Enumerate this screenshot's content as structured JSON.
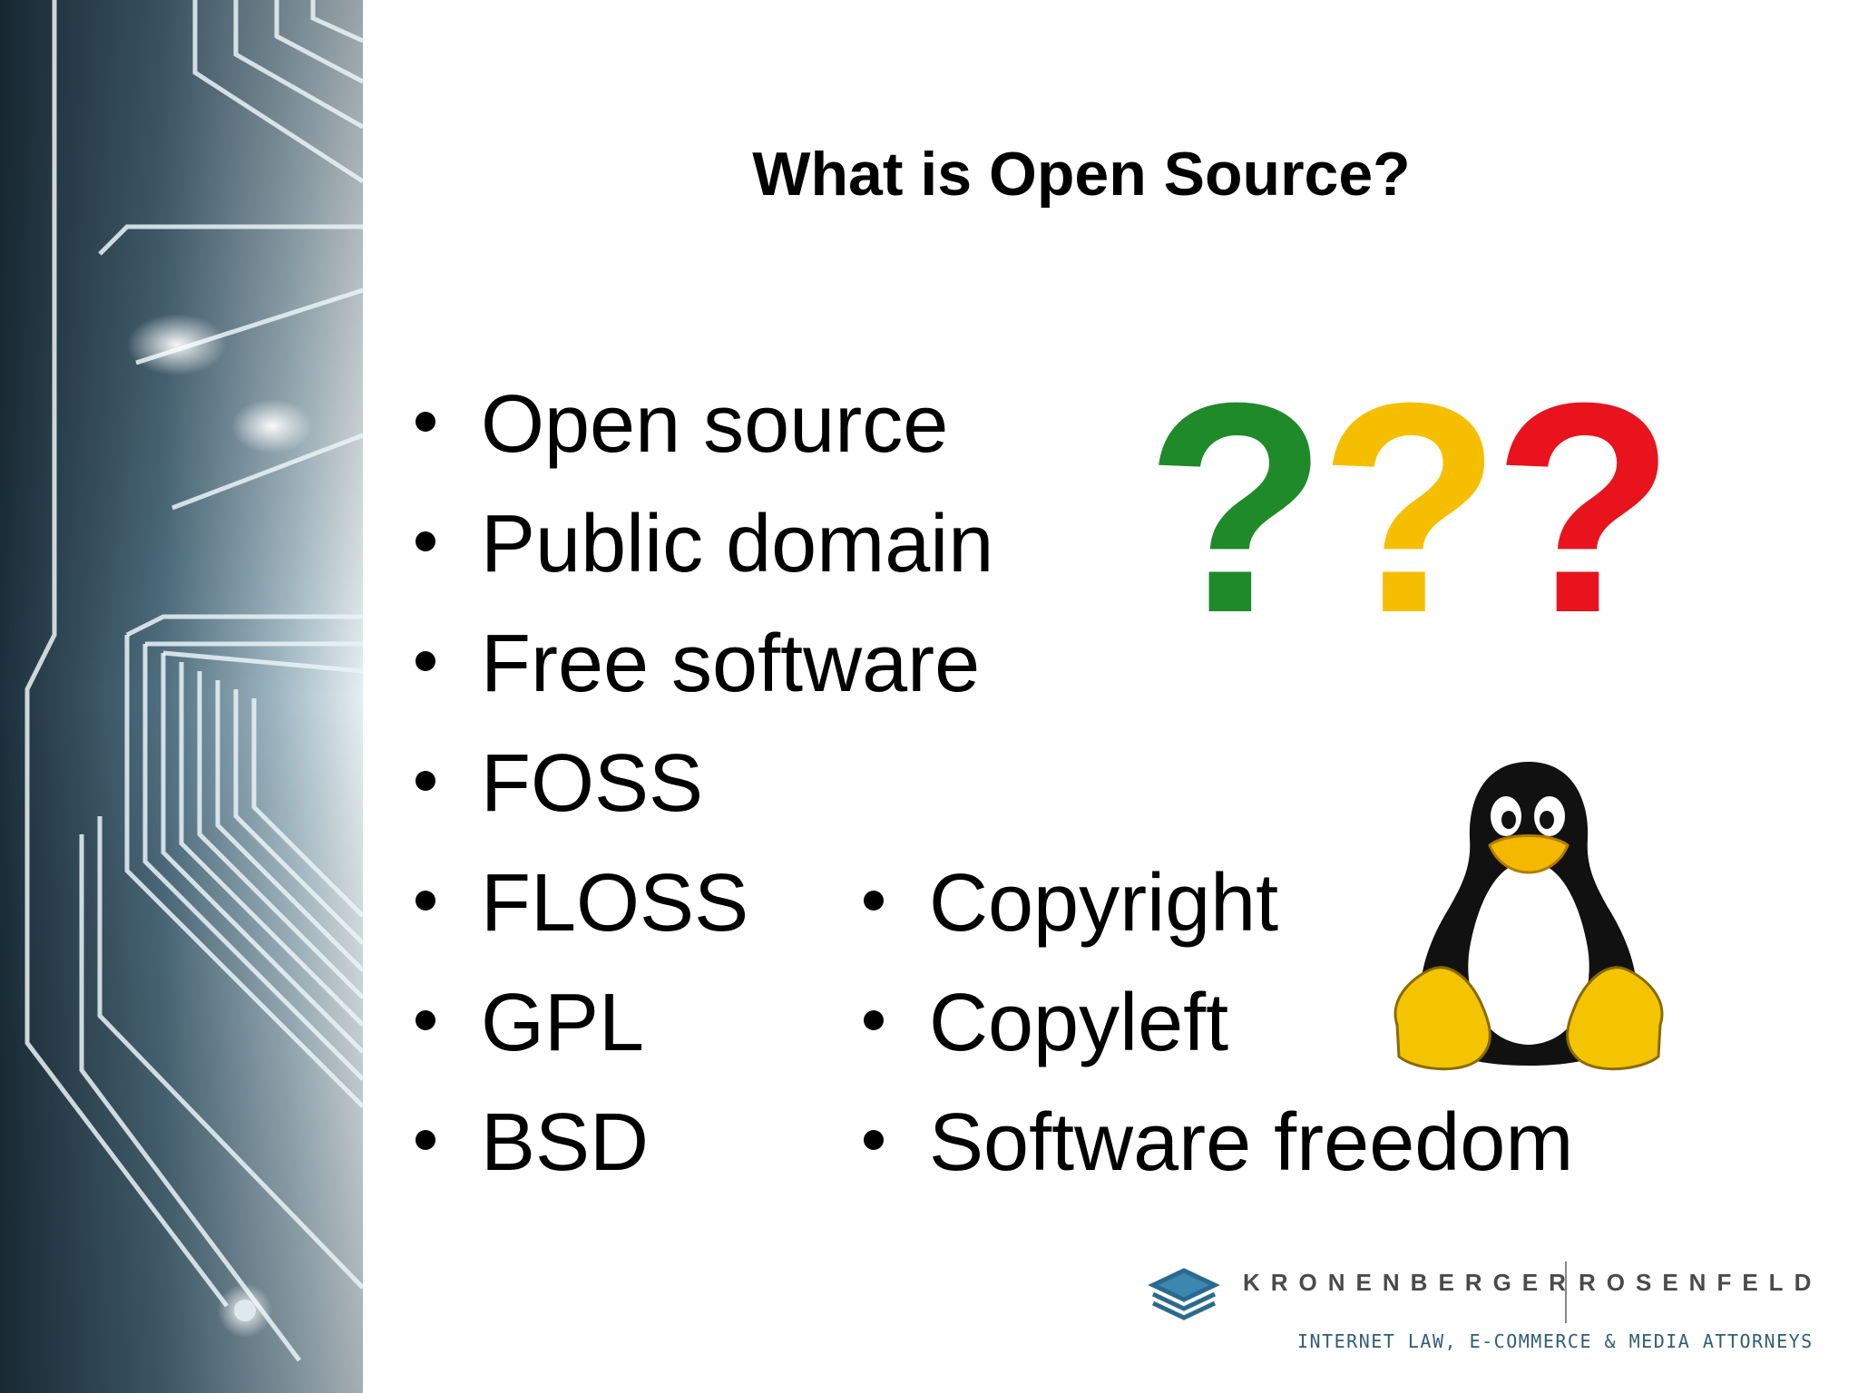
{
  "slide": {
    "title": "What is Open Source?",
    "left_bullets": [
      "Open source",
      "Public domain",
      "Free software",
      "FOSS",
      "FLOSS",
      "GPL",
      "BSD"
    ],
    "right_bullets": [
      "Copyright",
      "Copyleft",
      "Software freedom"
    ],
    "question_marks": [
      {
        "glyph": "?",
        "color": "#1f8a2a"
      },
      {
        "glyph": "?",
        "color": "#f5bf00"
      },
      {
        "glyph": "?",
        "color": "#e8131c"
      }
    ],
    "mascot_icon": "tux-penguin-icon",
    "logo": {
      "name_first": "KRONENBERGER",
      "name_second": "ROSENFELD",
      "tagline": "INTERNET LAW, E-COMMERCE & MEDIA ATTORNEYS",
      "icon": "layered-diamond-icon"
    }
  }
}
